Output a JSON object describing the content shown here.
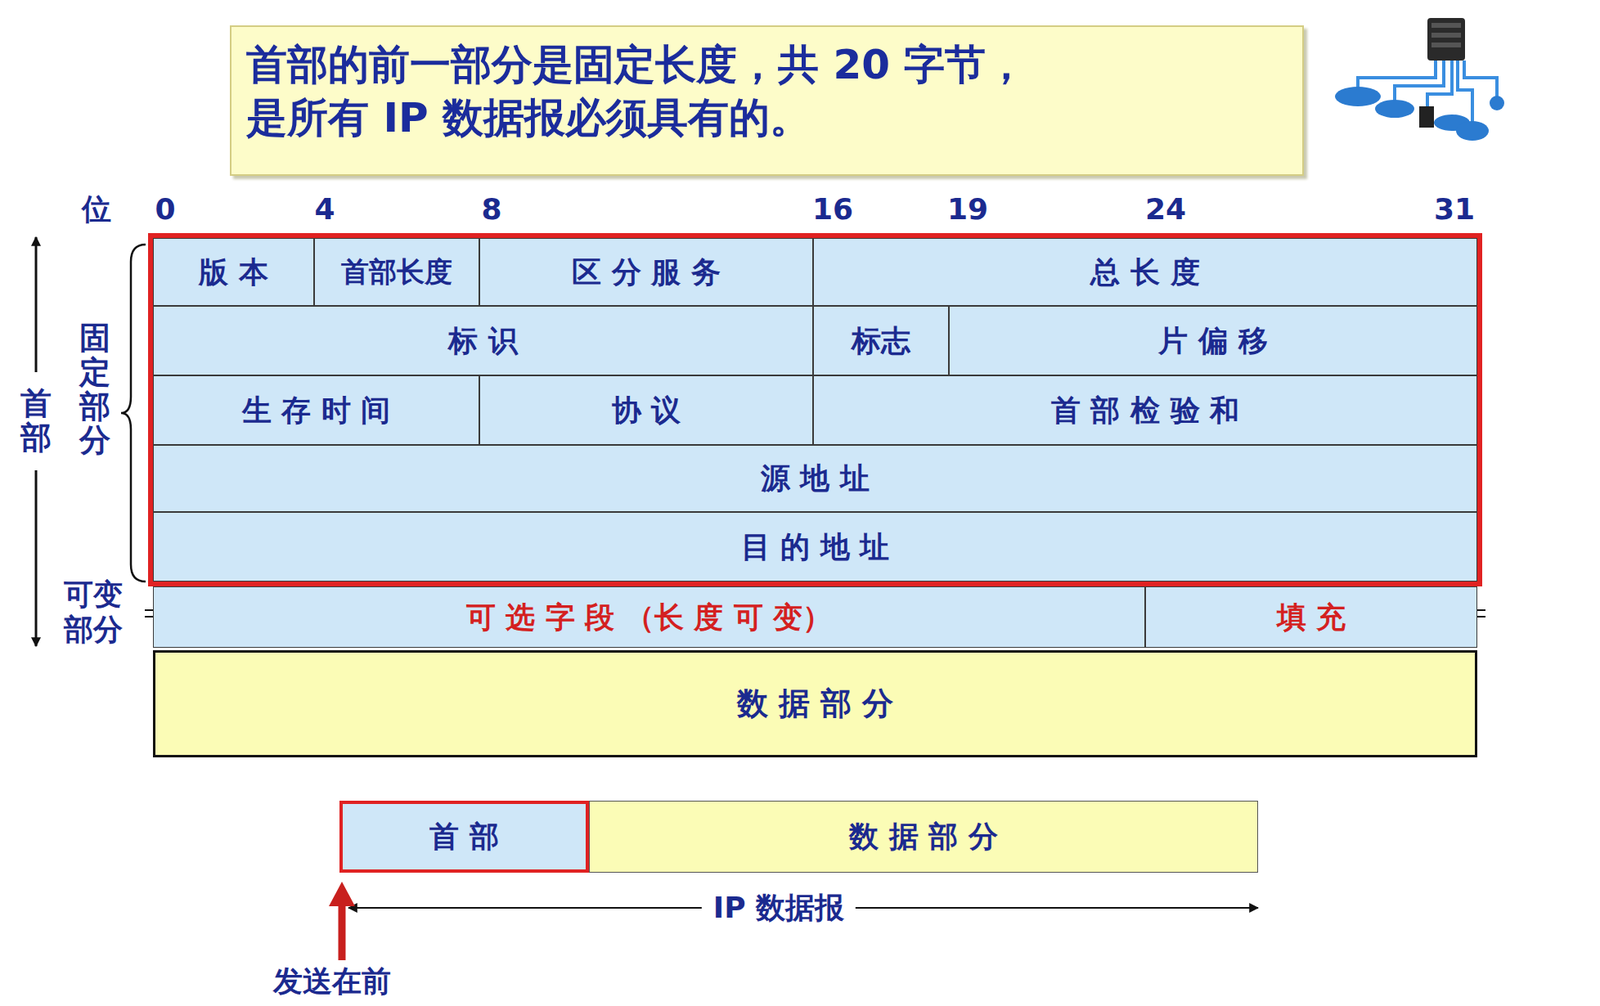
{
  "diagram": {
    "title": "首部的前一部分是固定长度，共 20 字节， 是所有 IP 数据报必须具有的。",
    "nodes": [
      {
        "text": [
          "版 本"
        ]
      },
      {
        "text": [
          "首部长度"
        ]
      },
      {
        "text": [
          "区 分 服 务"
        ]
      },
      {
        "text": [
          "总 长 度"
        ]
      },
      {
        "text": [
          "标 识"
        ]
      },
      {
        "text": [
          "标志"
        ]
      },
      {
        "text": [
          "片 偏 移"
        ]
      },
      {
        "text": [
          "生 存 时 间"
        ]
      },
      {
        "text": [
          "协 议"
        ]
      },
      {
        "text": [
          "首 部 检 验 和"
        ]
      },
      {
        "text": [
          "源 地 址"
        ]
      },
      {
        "text": [
          "目 的 地 址"
        ]
      },
      {
        "text": [
          "可 选 字 段 （长 度 可 变）"
        ]
      },
      {
        "text": [
          "填 充"
        ]
      },
      {
        "text": [
          "数 据 部 分"
        ]
      },
      {
        "text": [
          "首 部"
        ]
      },
      {
        "text": [
          "数 据 部 分"
        ]
      }
    ],
    "labels": [
      "位",
      "0",
      "4",
      "8",
      "16",
      "19",
      "24",
      "31",
      "首部",
      "固定部分",
      "可变 部分",
      "IP 数据报",
      "发送在前"
    ]
  }
}
